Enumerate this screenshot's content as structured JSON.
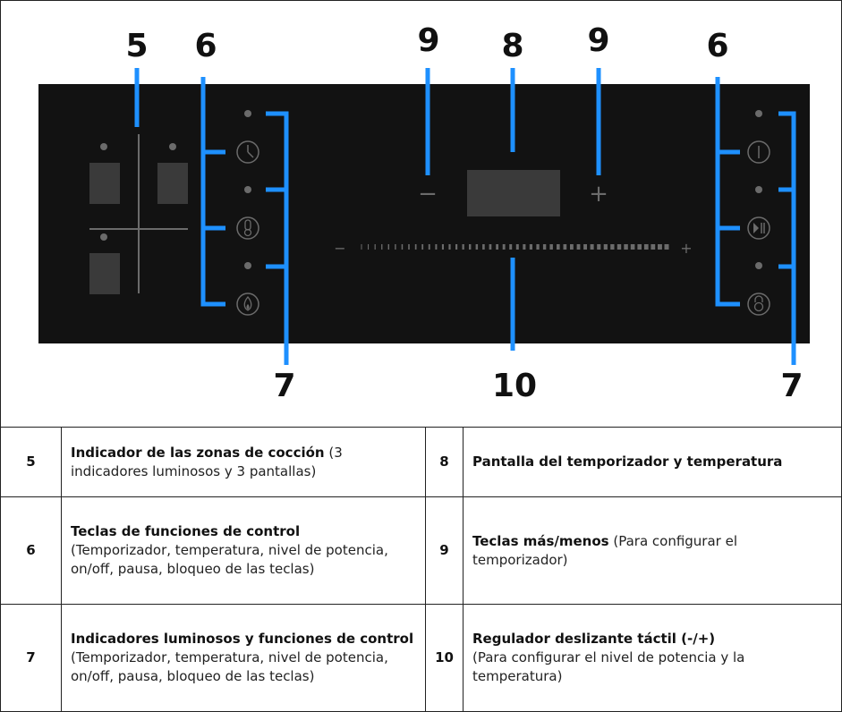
{
  "colors": {
    "panel": "#121212",
    "bracket": "#1E90FF",
    "dim": "#6b6b6b",
    "label": "#111111"
  },
  "callouts": {
    "top": [
      "5",
      "6",
      "9",
      "8",
      "9",
      "6"
    ],
    "bottom": [
      "7",
      "10",
      "7"
    ]
  },
  "panel": {
    "minus_sign": "−",
    "plus_sign": "+",
    "slider_minus": "−",
    "slider_plus": "+",
    "left_keys": [
      "clock-icon",
      "thermometer-icon",
      "flame-icon"
    ],
    "right_keys": [
      "power-icon",
      "play-pause-icon",
      "lock-icon"
    ]
  },
  "legend": [
    {
      "num": "5",
      "title": "Indicador de las zonas de cocción",
      "desc": " (3 indicadores luminosos y 3 pantallas)"
    },
    {
      "num": "8",
      "title": "Pantalla del temporizador y temperatura",
      "desc": ""
    },
    {
      "num": "6",
      "title": "Teclas de funciones de control",
      "desc": "(Temporizador, temperatura, nivel de potencia, on/off, pausa, bloqueo de las teclas)"
    },
    {
      "num": "9",
      "title": "Teclas más/menos",
      "desc": " (Para configurar el temporizador)"
    },
    {
      "num": "7",
      "title": "Indicadores luminosos y funciones de control",
      "desc": " (Temporizador, temperatura, nivel de potencia, on/off, pausa, bloqueo de las teclas)"
    },
    {
      "num": "10",
      "title": "Regulador deslizante táctil (-/+)",
      "desc": "(Para configurar el nivel de potencia y la temperatura)"
    }
  ]
}
